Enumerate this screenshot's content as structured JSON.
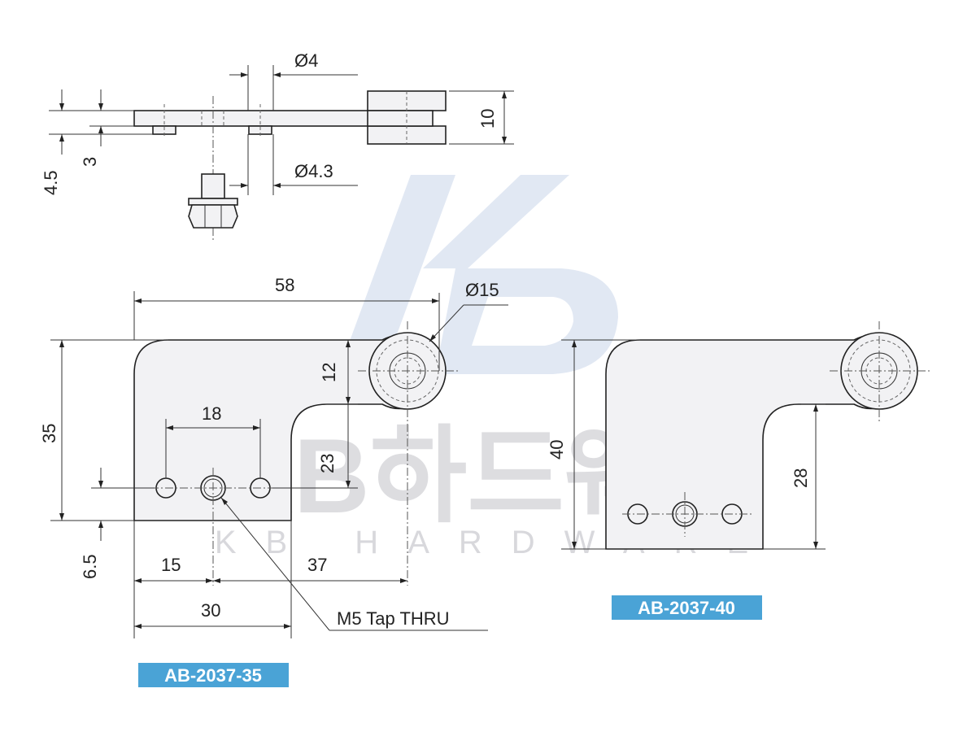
{
  "watermark": {
    "text": "KB하드웨어",
    "sub": "KB HARDWARE",
    "logo": "KB",
    "color": "#c9d6ea"
  },
  "side_view": {
    "dim_hole": "Ø4",
    "dim_pin": "Ø4.3",
    "dim_height_left": "4.5",
    "dim_thickness": "3",
    "dim_hub": "10"
  },
  "part_35": {
    "code": "AB-2037-35",
    "dim_length": "58",
    "dim_boss": "Ø15",
    "dim_height": "35",
    "dim_arm": "12",
    "dim_hole_span": "18",
    "dim_hole_height": "23",
    "dim_hole_offset": "6.5",
    "dim_left_to_tap": "15",
    "dim_tap_to_boss": "37",
    "dim_width": "30",
    "callout": "M5 Tap THRU"
  },
  "part_40": {
    "code": "AB-2037-40",
    "dim_height": "40",
    "dim_hole_height": "28"
  },
  "colors": {
    "label": "#4aa3d6",
    "line": "#222222",
    "fill": "#f2f2f4"
  }
}
